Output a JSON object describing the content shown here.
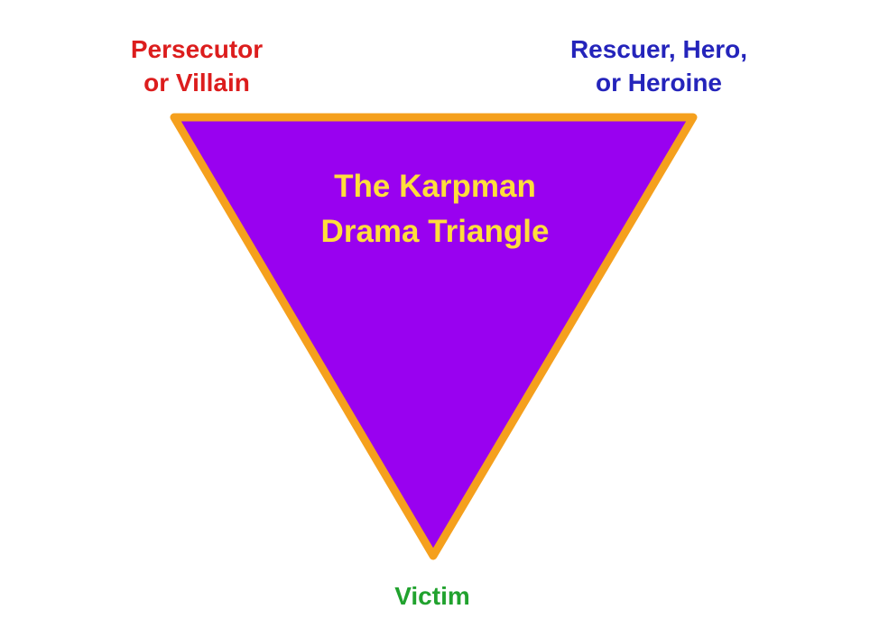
{
  "diagram": {
    "name": "Karpman Drama Triangle",
    "title": {
      "line1": "The Karpman",
      "line2": "Drama Triangle"
    },
    "corners": {
      "top_left": {
        "line1": "Persecutor",
        "line2": "or Villain"
      },
      "top_right": {
        "line1": "Rescuer, Hero,",
        "line2": "or Heroine"
      },
      "bottom": {
        "label": "Victim"
      }
    }
  },
  "colors": {
    "background": "#ffffff",
    "triangle_fill": "#9901f0",
    "triangle_border": "#f5a01d",
    "persecutor": "#dc1d1d",
    "rescuer": "#2424bb",
    "title": "#ffde3b",
    "victim": "#21a22e"
  }
}
